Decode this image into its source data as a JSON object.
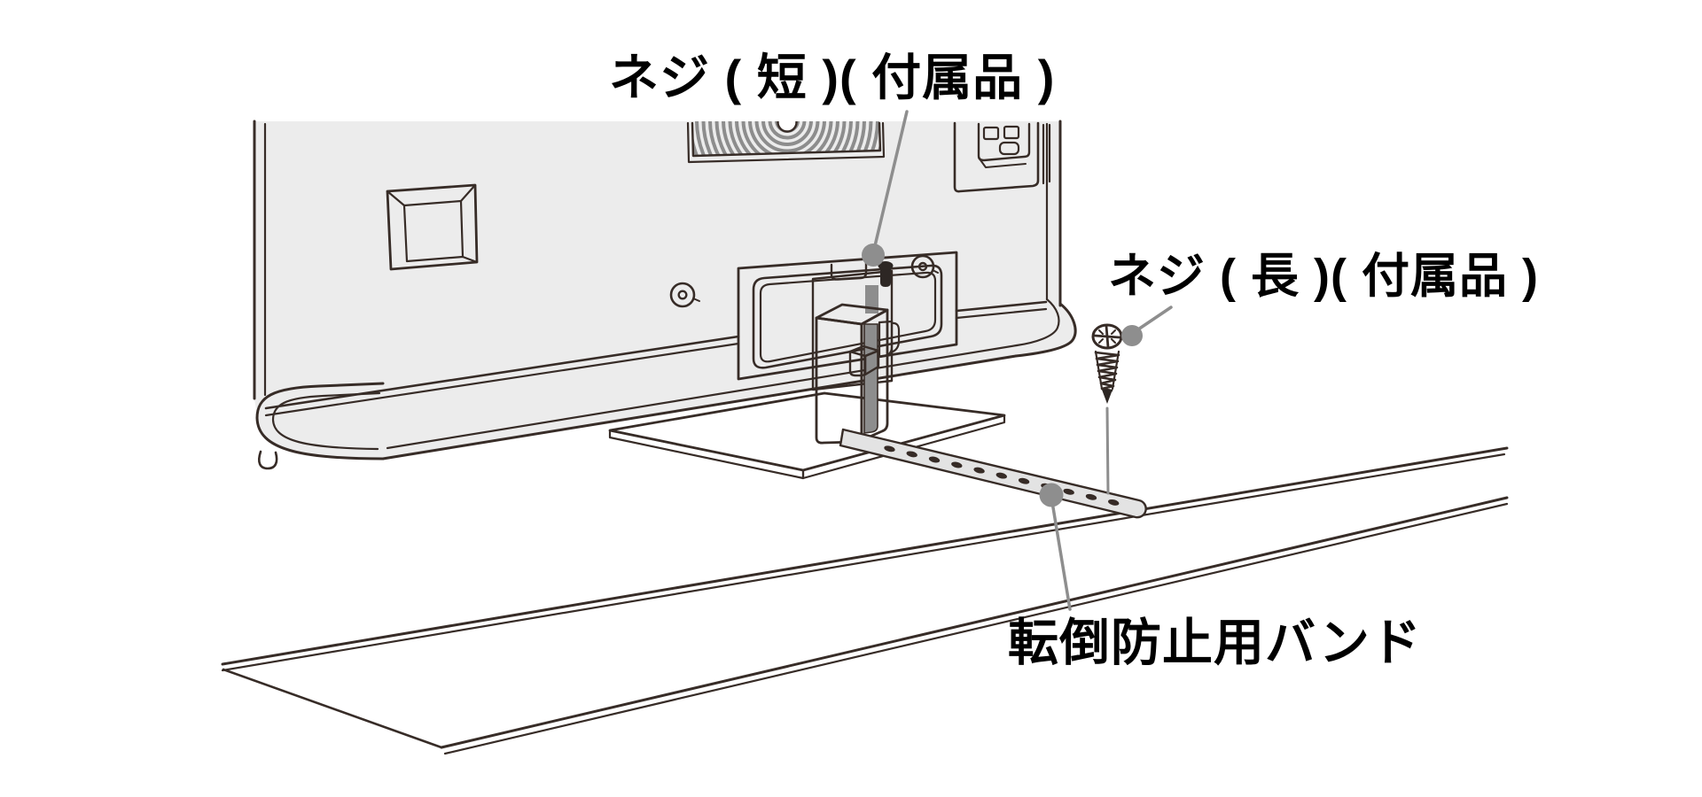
{
  "diagram": {
    "type": "instruction-illustration",
    "subject": "tv-anti-tip-band-installation",
    "labels": {
      "screw_short": "ネジ ( 短 )( 付属品 )",
      "screw_long": "ネジ ( 長 )( 付属品 )",
      "band": "転倒防止用バンド"
    },
    "colors": {
      "background": "#ffffff",
      "outline": "#372c27",
      "tv_fill": "#ececec",
      "speaker_stripe": "#8d8d8d",
      "band_strap_dark": "#8d8d8d",
      "band_strap_light": "#e3e3e3",
      "leader": "#8e8e8e",
      "label_text": "#000000"
    }
  }
}
